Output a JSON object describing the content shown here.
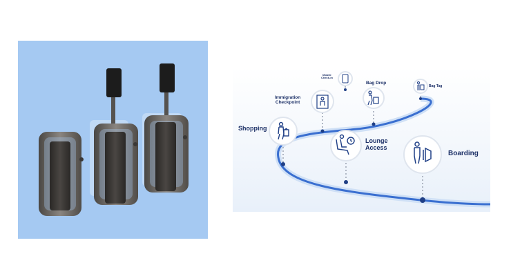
{
  "journey": {
    "steps": [
      {
        "key": "mobile-checkin",
        "label": "Mobile\nCheck-in",
        "icon": "mobile-phone-icon"
      },
      {
        "key": "immigration",
        "label": "Immigration\nCheckpoint",
        "icon": "passport-scanner-icon"
      },
      {
        "key": "bag-drop",
        "label": "Bag Drop",
        "icon": "luggage-icon"
      },
      {
        "key": "bag-tag",
        "label": "Bag Tag",
        "icon": "tag-icon"
      },
      {
        "key": "shopping",
        "label": "Shopping",
        "icon": "shopper-icon"
      },
      {
        "key": "lounge",
        "label": "Lounge\nAccess",
        "icon": "lounge-chair-icon"
      },
      {
        "key": "boarding",
        "label": "Boarding",
        "icon": "boarding-gate-icon"
      }
    ]
  },
  "colors": {
    "left_background": "#a5c9f2",
    "gate_frame": "#6e6a66",
    "journey_line": "#3a6fd0",
    "label_text": "#1b2f66",
    "icon_stroke": "#1f3f86"
  }
}
